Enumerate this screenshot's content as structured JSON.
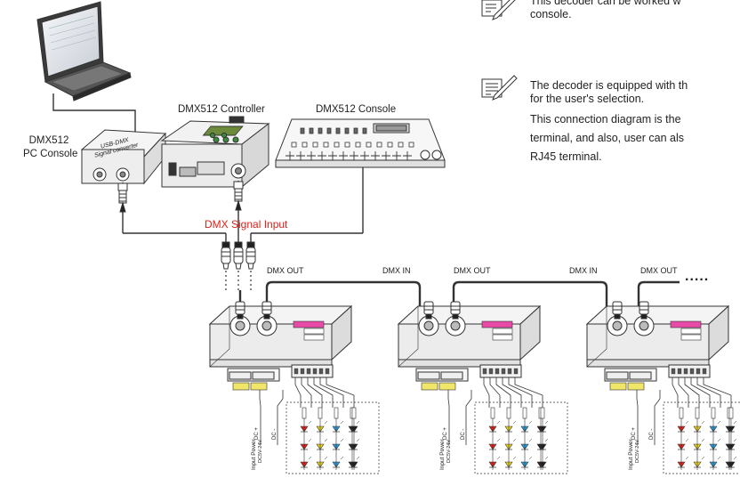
{
  "notes": [
    {
      "lines": [
        "This decoder can be worked w",
        "console."
      ]
    },
    {
      "lines": [
        "The decoder is equipped with th",
        "for the user's selection."
      ]
    },
    {
      "lines": [
        "This connection diagram is the",
        "terminal, and also, user can als",
        "RJ45 terminal."
      ]
    }
  ],
  "labels": {
    "pc_console": [
      "DMX512",
      "PC Console"
    ],
    "usb_converter": [
      "USB-DMX",
      "Signal converter"
    ],
    "controller": "DMX512  Controller",
    "console": "DMX512  Console",
    "signal_input": "DMX  Signal  Input",
    "dmx_out": "DMX  OUT",
    "dmx_in": "DMX  IN",
    "continuation": "....."
  },
  "decoders": [
    {
      "power_label": "Input  Power",
      "power_spec": "DC5V-24V",
      "plus": "DC +",
      "minus": "DC -"
    },
    {
      "power_label": "Input  Power",
      "power_spec": "DC5V-24V",
      "plus": "DC +",
      "minus": "DC -"
    },
    {
      "power_label": "Input  Power",
      "power_spec": "DC5V-24V",
      "plus": "DC +",
      "minus": "DC -"
    }
  ],
  "colors": {
    "signal_label": "#e0221a",
    "led_red": "#e0221a",
    "led_yellow": "#e8d21b",
    "led_blue": "#2a9ad8",
    "led_white": "#222222",
    "decoder_display": "#e84aa8",
    "terminal_block": "#f0e66a"
  }
}
